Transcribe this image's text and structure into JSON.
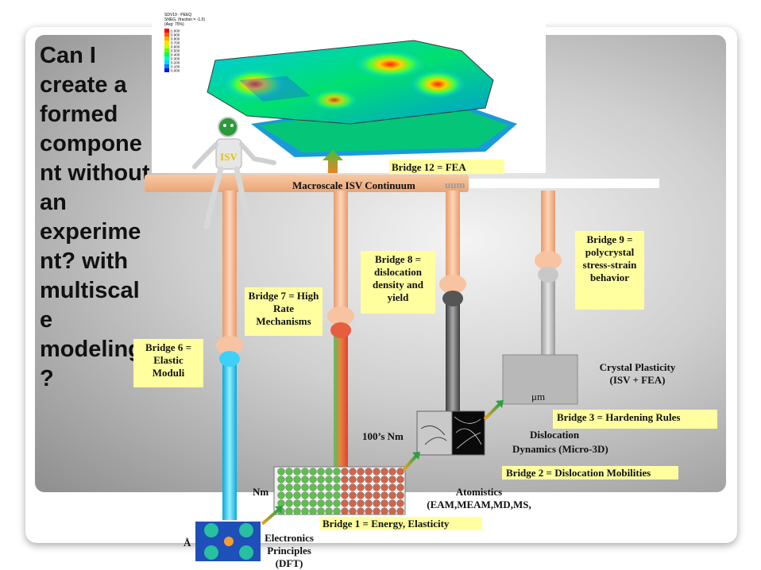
{
  "question": "Can I create a formed component without an experiment? with multiscale modeling?",
  "fea_legend": {
    "title": "SDV19 - PEEQ",
    "subtitle": "SNEG, (fraction = -1.0)",
    "avg": "(Avg: 75%)",
    "values": [
      "1.000",
      "0.900",
      "0.800",
      "0.700",
      "0.600",
      "0.500",
      "0.400",
      "0.300",
      "0.200",
      "0.100",
      "0.000"
    ],
    "colors": [
      "#ff0000",
      "#ff5a00",
      "#ffa800",
      "#ffe000",
      "#c8ff00",
      "#60ff00",
      "#00ff40",
      "#00ffb0",
      "#00d8ff",
      "#0080ff",
      "#0010ff"
    ]
  },
  "robot_chest": "ISV",
  "continuum_label": "Macroscale ISV Continuum",
  "continuum_ghost": "uum",
  "bridges": {
    "b1": "Bridge 1 = Energy, Elasticity",
    "b2": "Bridge 2 = Dislocation Mobilities",
    "b3": "Bridge 3 = Hardening Rules",
    "b6": "Bridge 6 = Elastic Moduli",
    "b7": "Bridge 7 = High Rate Mechanisms",
    "b8": "Bridge 8 = dislocation density and yield",
    "b9": "Bridge 9 = polycrystal stress-strain behavior",
    "b12": "Bridge 12 = FEA"
  },
  "scales": {
    "angstrom": "Å",
    "nm": "Nm",
    "hundreds_nm": "100’s Nm",
    "um": "μm",
    "electronics": "Electronics Principles (DFT)",
    "atomistics": "Atomistics (EAM,MEAM,MD,MS,",
    "dislocation_a": "Dislocation",
    "dislocation_b": "Dynamics (Micro-3D)",
    "crystal_a": "Crystal Plasticity",
    "crystal_b": "(ISV + FEA)"
  },
  "colors": {
    "beam": "#f4b98a",
    "bridge_box": "#ffffa0",
    "pipe_cyan": "#22c8f0",
    "pipe_red": "#e8503a",
    "atom_green": "#5fbf4e",
    "atom_red": "#d2644a"
  }
}
